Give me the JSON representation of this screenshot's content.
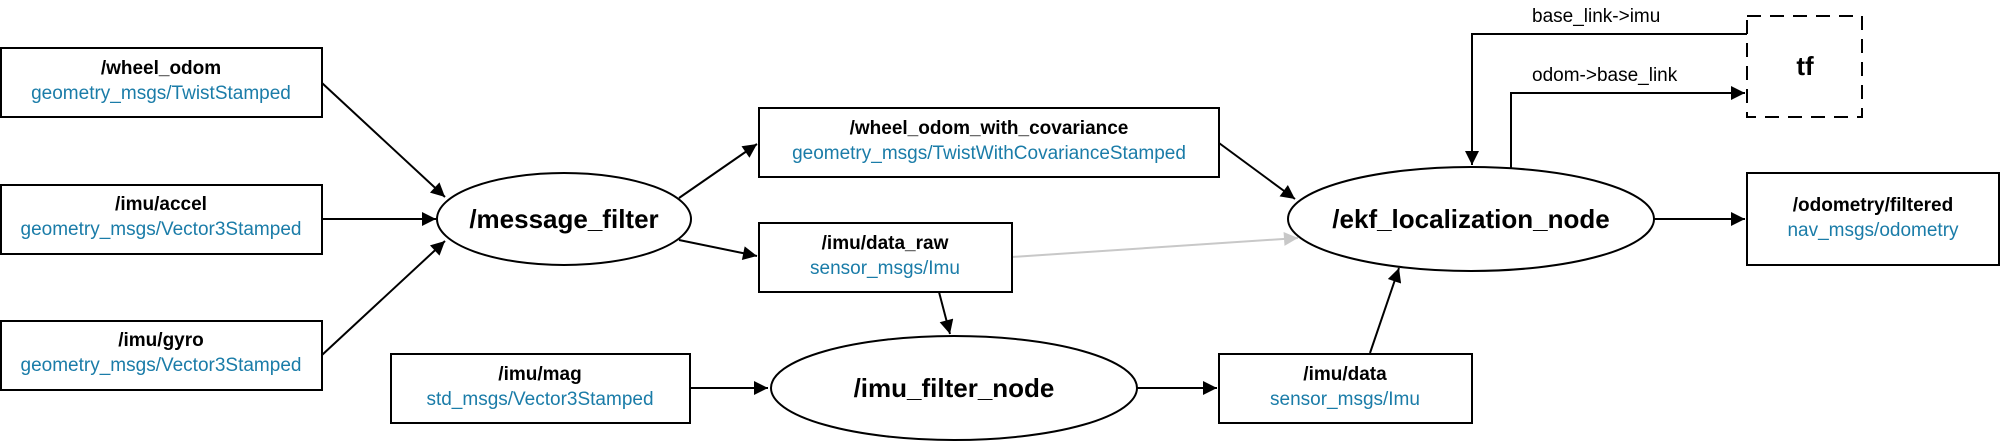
{
  "colors": {
    "stroke": "#000000",
    "type_text": "#1a7ca8",
    "faded_edge": "#c8c8c8"
  },
  "topics": {
    "wheel_odom": {
      "name": "/wheel_odom",
      "type": "geometry_msgs/TwistStamped"
    },
    "imu_accel": {
      "name": "/imu/accel",
      "type": "geometry_msgs/Vector3Stamped"
    },
    "imu_gyro": {
      "name": "/imu/gyro",
      "type": "geometry_msgs/Vector3Stamped"
    },
    "imu_mag": {
      "name": "/imu/mag",
      "type": "std_msgs/Vector3Stamped"
    },
    "wheel_odom_cov": {
      "name": "/wheel_odom_with_covariance",
      "type": "geometry_msgs/TwistWithCovarianceStamped"
    },
    "imu_data_raw": {
      "name": "/imu/data_raw",
      "type": "sensor_msgs/Imu"
    },
    "imu_data": {
      "name": "/imu/data",
      "type": "sensor_msgs/Imu"
    },
    "odometry_filtered": {
      "name": "/odometry/filtered",
      "type": "nav_msgs/odometry"
    }
  },
  "nodes": {
    "message_filter": "/message_filter",
    "imu_filter_node": "/imu_filter_node",
    "ekf_localization_node": "/ekf_localization_node"
  },
  "tf": {
    "label": "tf",
    "edge_base_link_imu": "base_link->imu",
    "edge_odom_base_link": "odom->base_link"
  }
}
